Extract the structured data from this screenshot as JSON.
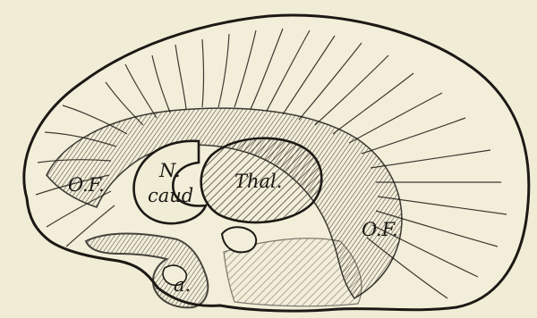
{
  "figure": {
    "style": "engraving-illustration",
    "ink_color": "#1c1915",
    "paper_color": "#f1ecd6",
    "labels": {
      "nucleus_caudatus_line1": "N.",
      "nucleus_caudatus_line2": "caud",
      "thalamus": "Thal.",
      "left_tract": "O.F.",
      "right_tract": "O.F.",
      "lower_label": "a."
    }
  }
}
